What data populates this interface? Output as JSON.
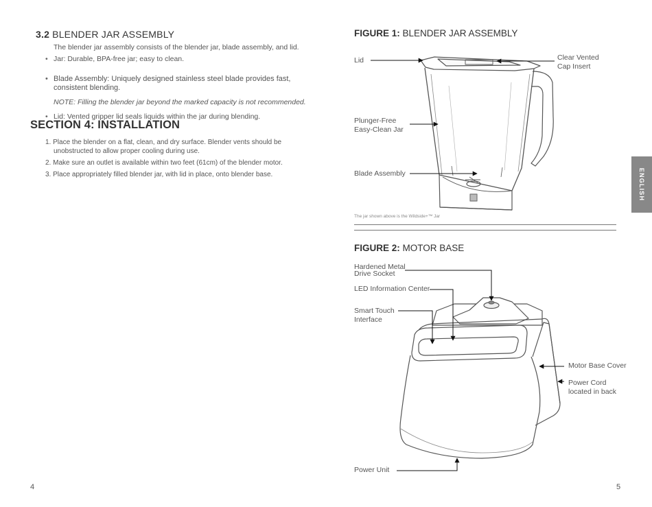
{
  "left": {
    "section_3_2": {
      "number": "3.2",
      "title": "BLENDER JAR ASSEMBLY",
      "intro": "The blender jar assembly consists of the blender jar, blade assembly, and lid.",
      "bullets": [
        "Jar: Durable, BPA-free jar; easy to clean.",
        "Blade Assembly: Uniquely designed stainless steel blade provides fast, consistent blending.",
        "Lid: Vented gripper lid seals liquids within the jar during blending."
      ],
      "note": "NOTE: Filling the blender jar beyond the marked capacity is not recommended."
    },
    "section_4": {
      "title": "SECTION 4: INSTALLATION",
      "steps": [
        "1. Place the blender on a flat, clean, and dry surface. Blender vents should be unobstructed to allow proper cooling during use.",
        "2. Make sure an outlet is available within two feet (61cm) of the blender motor.",
        "3. Place appropriately filled blender jar, with lid in place, onto blender base."
      ]
    },
    "page_number": "4"
  },
  "right": {
    "figure1": {
      "label": "FIGURE 1:",
      "title": "BLENDER JAR ASSEMBLY",
      "callouts": {
        "lid": "Lid",
        "cap_line1": "Clear Vented",
        "cap_line2": "Cap Insert",
        "jar_line1": "Plunger-Free",
        "jar_line2": "Easy-Clean Jar",
        "blade": "Blade Assembly"
      },
      "caption": "The jar shown above is the Wildside+™ Jar"
    },
    "figure2": {
      "label": "FIGURE 2:",
      "title": "MOTOR BASE",
      "callouts": {
        "socket_line1": "Hardened Metal",
        "socket_line2": "Drive Socket",
        "led": "LED Information Center",
        "touch_line1": "Smart Touch",
        "touch_line2": "Interface",
        "cover": "Motor Base Cover",
        "cord_line1": "Power Cord",
        "cord_line2": "located in back",
        "power_unit": "Power Unit"
      }
    },
    "page_number": "5",
    "side_tab": "ENGLISH"
  },
  "colors": {
    "text": "#444444",
    "line": "#555555",
    "tab": "#888888"
  }
}
